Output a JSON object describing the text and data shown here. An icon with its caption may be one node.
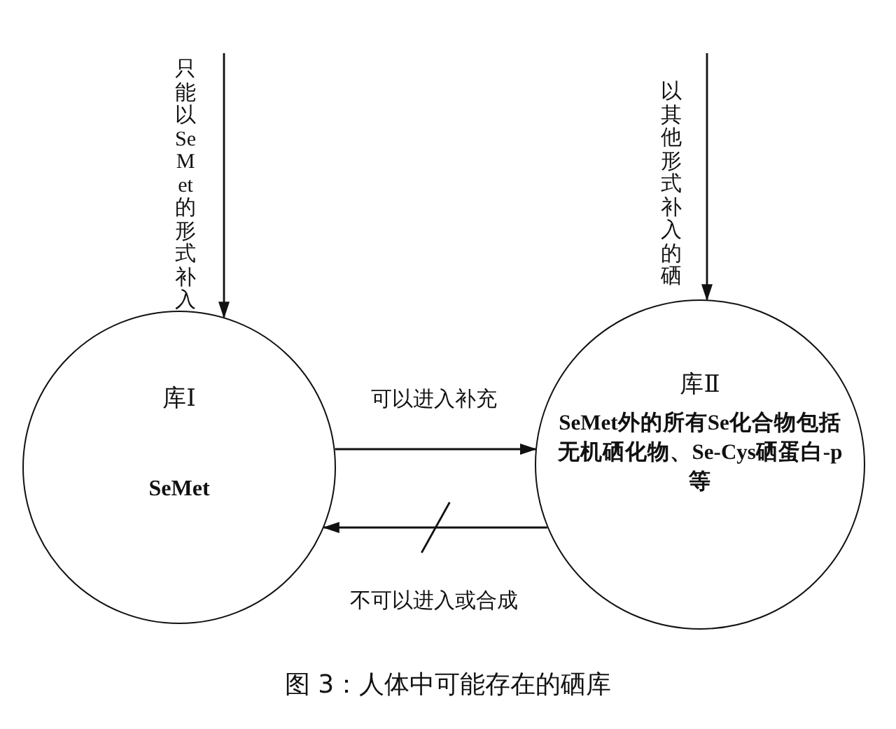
{
  "diagram": {
    "caption": "图 3：人体中可能存在的硒库",
    "nodes": [
      {
        "text": [
          "库Ⅰ",
          "SeMet"
        ]
      },
      {
        "text": [
          "库Ⅱ",
          "SeMet外的所有Se化合物包括无机硒化物、Se-Cys硒蛋白-p等"
        ]
      }
    ],
    "edges": [
      {
        "from": null,
        "to": 0,
        "arrow": "to",
        "label": "只能以SeMet的形式补入"
      },
      {
        "from": null,
        "to": 1,
        "arrow": "to",
        "label": "以其他形式补入的硒"
      },
      {
        "from": 0,
        "to": 1,
        "arrow": "to",
        "label": "可以进入补充"
      },
      {
        "from": 1,
        "to": 0,
        "arrow": "to",
        "label": "不可以进入或合成"
      }
    ]
  }
}
